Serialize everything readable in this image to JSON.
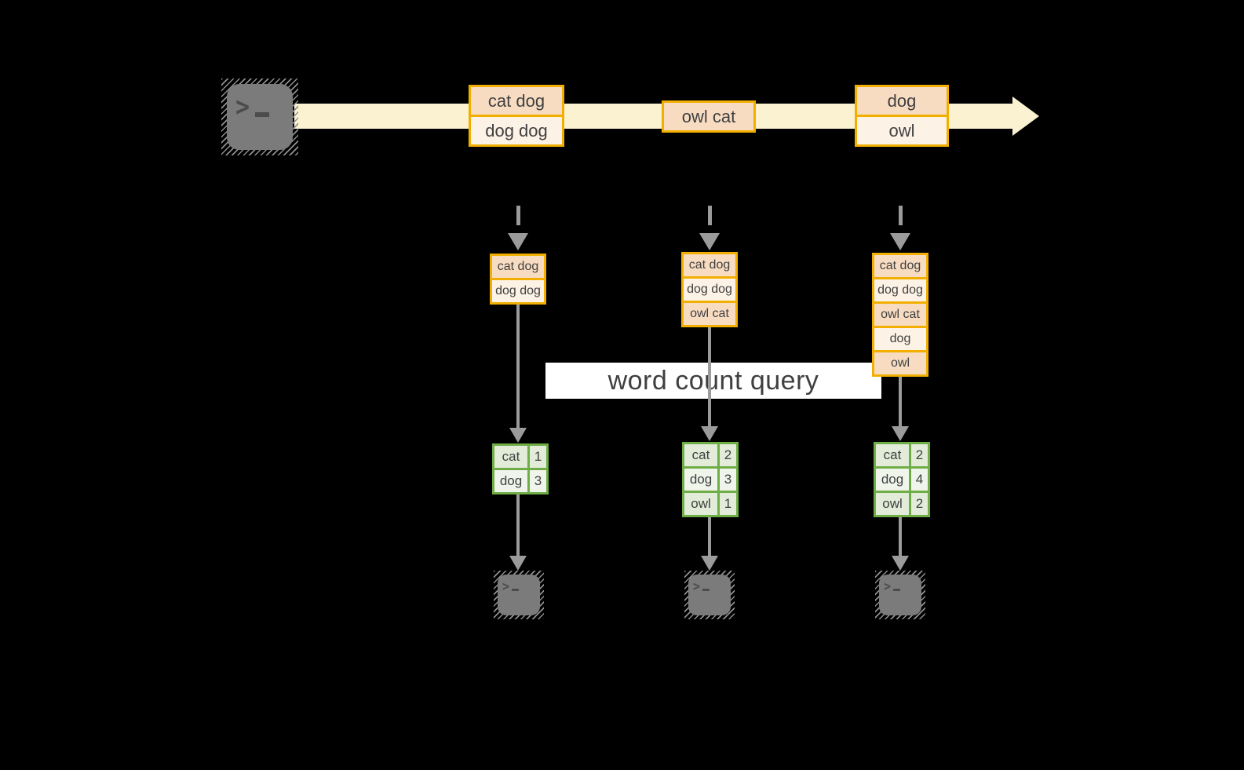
{
  "colors": {
    "bg": "#000000",
    "gold": "#F2AF00",
    "cream": "#FBF2D2",
    "peach_dark": "#F8DCC2",
    "peach_light": "#FDF2E6",
    "green_border": "#6FAD47",
    "green_dark": "#E2ECD9",
    "green_light": "#F0F5EC",
    "gray_line": "#9B9B9B",
    "terminal_gray": "#7B7B7B",
    "hatch_gray": "#8F8F8F",
    "glyph_gray": "#4C4C4C",
    "text": "#404040"
  },
  "query": {
    "label": "word count query"
  },
  "icons": {
    "source_terminal": "terminal-icon",
    "sink_terminals": [
      "terminal-icon",
      "terminal-icon",
      "terminal-icon"
    ],
    "stream_arrow": "right-arrow-icon",
    "flow_arrows": "down-arrow-icon"
  },
  "stream": {
    "groups": [
      {
        "items": [
          "cat dog",
          "dog dog"
        ]
      },
      {
        "items": [
          "owl cat"
        ]
      },
      {
        "items": [
          "dog",
          "owl"
        ]
      }
    ]
  },
  "buffers": [
    {
      "items": [
        "cat dog",
        "dog dog"
      ]
    },
    {
      "items": [
        "cat dog",
        "dog dog",
        "owl cat"
      ]
    },
    {
      "items": [
        "cat dog",
        "dog dog",
        "owl cat",
        "dog",
        "owl"
      ]
    }
  ],
  "tables": [
    {
      "rows": [
        [
          "cat",
          "1"
        ],
        [
          "dog",
          "3"
        ]
      ]
    },
    {
      "rows": [
        [
          "cat",
          "2"
        ],
        [
          "dog",
          "3"
        ],
        [
          "owl",
          "1"
        ]
      ]
    },
    {
      "rows": [
        [
          "cat",
          "2"
        ],
        [
          "dog",
          "4"
        ],
        [
          "owl",
          "2"
        ]
      ]
    }
  ]
}
